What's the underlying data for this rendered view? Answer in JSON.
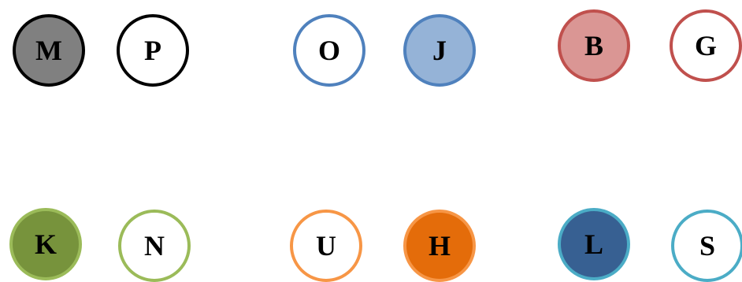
{
  "nodes": [
    {
      "id": "c-m",
      "label": "M",
      "fill": "#808080",
      "stroke": "#000000"
    },
    {
      "id": "c-p",
      "label": "P",
      "fill": "#ffffff",
      "stroke": "#000000"
    },
    {
      "id": "c-o",
      "label": "O",
      "fill": "#ffffff",
      "stroke": "#4f81bd"
    },
    {
      "id": "c-j",
      "label": "J",
      "fill": "#95b3d7",
      "stroke": "#4f81bd"
    },
    {
      "id": "c-b",
      "label": "B",
      "fill": "#da9694",
      "stroke": "#c0504d"
    },
    {
      "id": "c-g",
      "label": "G",
      "fill": "#ffffff",
      "stroke": "#c0504d"
    },
    {
      "id": "c-k",
      "label": "K",
      "fill": "#77933c",
      "stroke": "#9bbb59"
    },
    {
      "id": "c-n",
      "label": "N",
      "fill": "#ffffff",
      "stroke": "#9bbb59"
    },
    {
      "id": "c-u",
      "label": "U",
      "fill": "#ffffff",
      "stroke": "#f79646"
    },
    {
      "id": "c-h",
      "label": "H",
      "fill": "#e46c0a",
      "stroke": "#f79646"
    },
    {
      "id": "c-l",
      "label": "L",
      "fill": "#376092",
      "stroke": "#4bacc6"
    },
    {
      "id": "c-s",
      "label": "S",
      "fill": "#ffffff",
      "stroke": "#4bacc6"
    }
  ]
}
